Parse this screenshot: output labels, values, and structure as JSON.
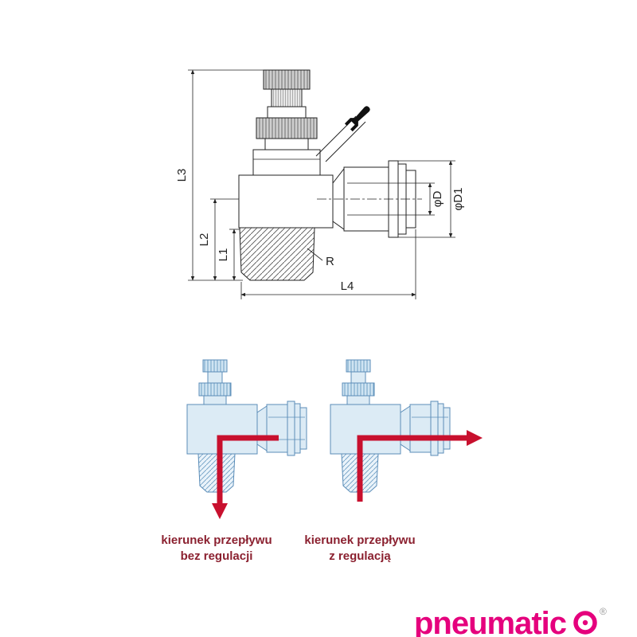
{
  "colors": {
    "line": "#222222",
    "knurl_fill": "#d6d6d6",
    "blue_stroke": "#5b8db8",
    "blue_fill": "#dcebf5",
    "arrow_red": "#c8102e",
    "caption": "#8b2130",
    "logo_magenta": "#e5007d"
  },
  "main_diagram": {
    "labels": {
      "l1": "L1",
      "l2": "L2",
      "l3": "L3",
      "l4": "L4",
      "dia_d": "φD",
      "dia_d1": "φD1",
      "r": "R"
    },
    "icon": "wrench-icon"
  },
  "flow_left": {
    "caption_line1": "kierunek przepływu",
    "caption_line2": "bez regulacji"
  },
  "flow_right": {
    "caption_line1": "kierunek przepływu",
    "caption_line2": "z regulacją"
  },
  "logo": {
    "text": "pneumatic",
    "registered": "®"
  }
}
